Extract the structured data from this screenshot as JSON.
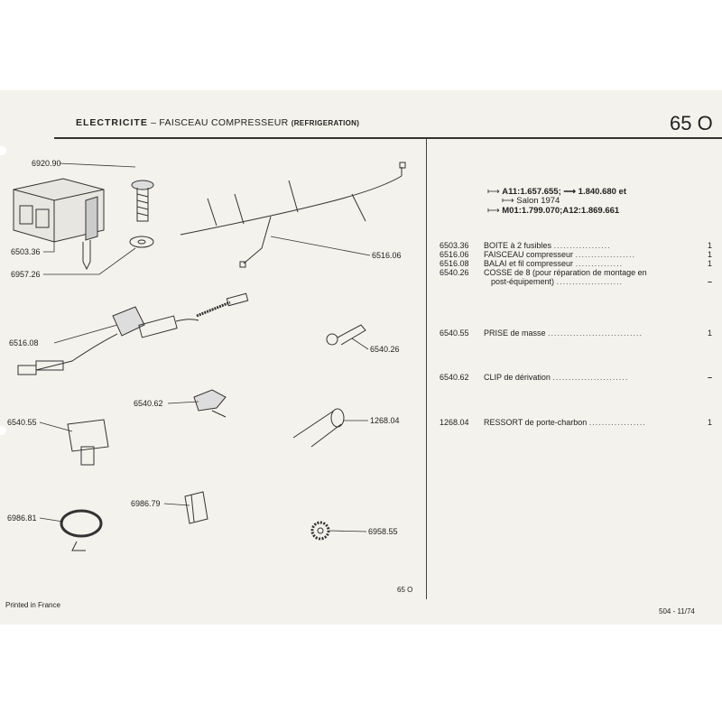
{
  "header": {
    "section": "ELECTRICITE",
    "dash": "–",
    "subtitle": "FAISCEAU COMPRESSEUR",
    "qualifier": "(REFRIGERATION)",
    "page_code": "65 O"
  },
  "applicability": [
    "A11:1.657.655; ⟶ 1.840.680 et",
    "Salon 1974",
    "M01:1.799.070;A12:1.869.661"
  ],
  "callouts": [
    "6920.90",
    "6503.36",
    "6957.26",
    "6516.06",
    "6516.08",
    "6540.26",
    "6540.62",
    "6540.55",
    "1268.04",
    "6986.79",
    "6986.81",
    "6958.55"
  ],
  "parts": [
    {
      "ref": "6503.36",
      "desc": "BOITE à 2 fusibles",
      "qty": "1"
    },
    {
      "ref": "6516.06",
      "desc": "FAISCEAU compresseur",
      "qty": "1"
    },
    {
      "ref": "6516.08",
      "desc": "BALAI et fil compresseur",
      "qty": "1"
    },
    {
      "ref": "6540.26",
      "desc": "COSSE de 8 (pour réparation de montage en",
      "desc2": "post-équipement)",
      "qty": "–"
    },
    {
      "ref": "6540.55",
      "desc": "PRISE de masse",
      "qty": "1"
    },
    {
      "ref": "6540.62",
      "desc": "CLIP de dérivation",
      "qty": "–"
    },
    {
      "ref": "1268.04",
      "desc": "RESSORT de porte-charbon",
      "qty": "1"
    }
  ],
  "footer": {
    "printed": "Printed in France",
    "figure_code": "65 O",
    "edition": "504 - 11/74"
  }
}
